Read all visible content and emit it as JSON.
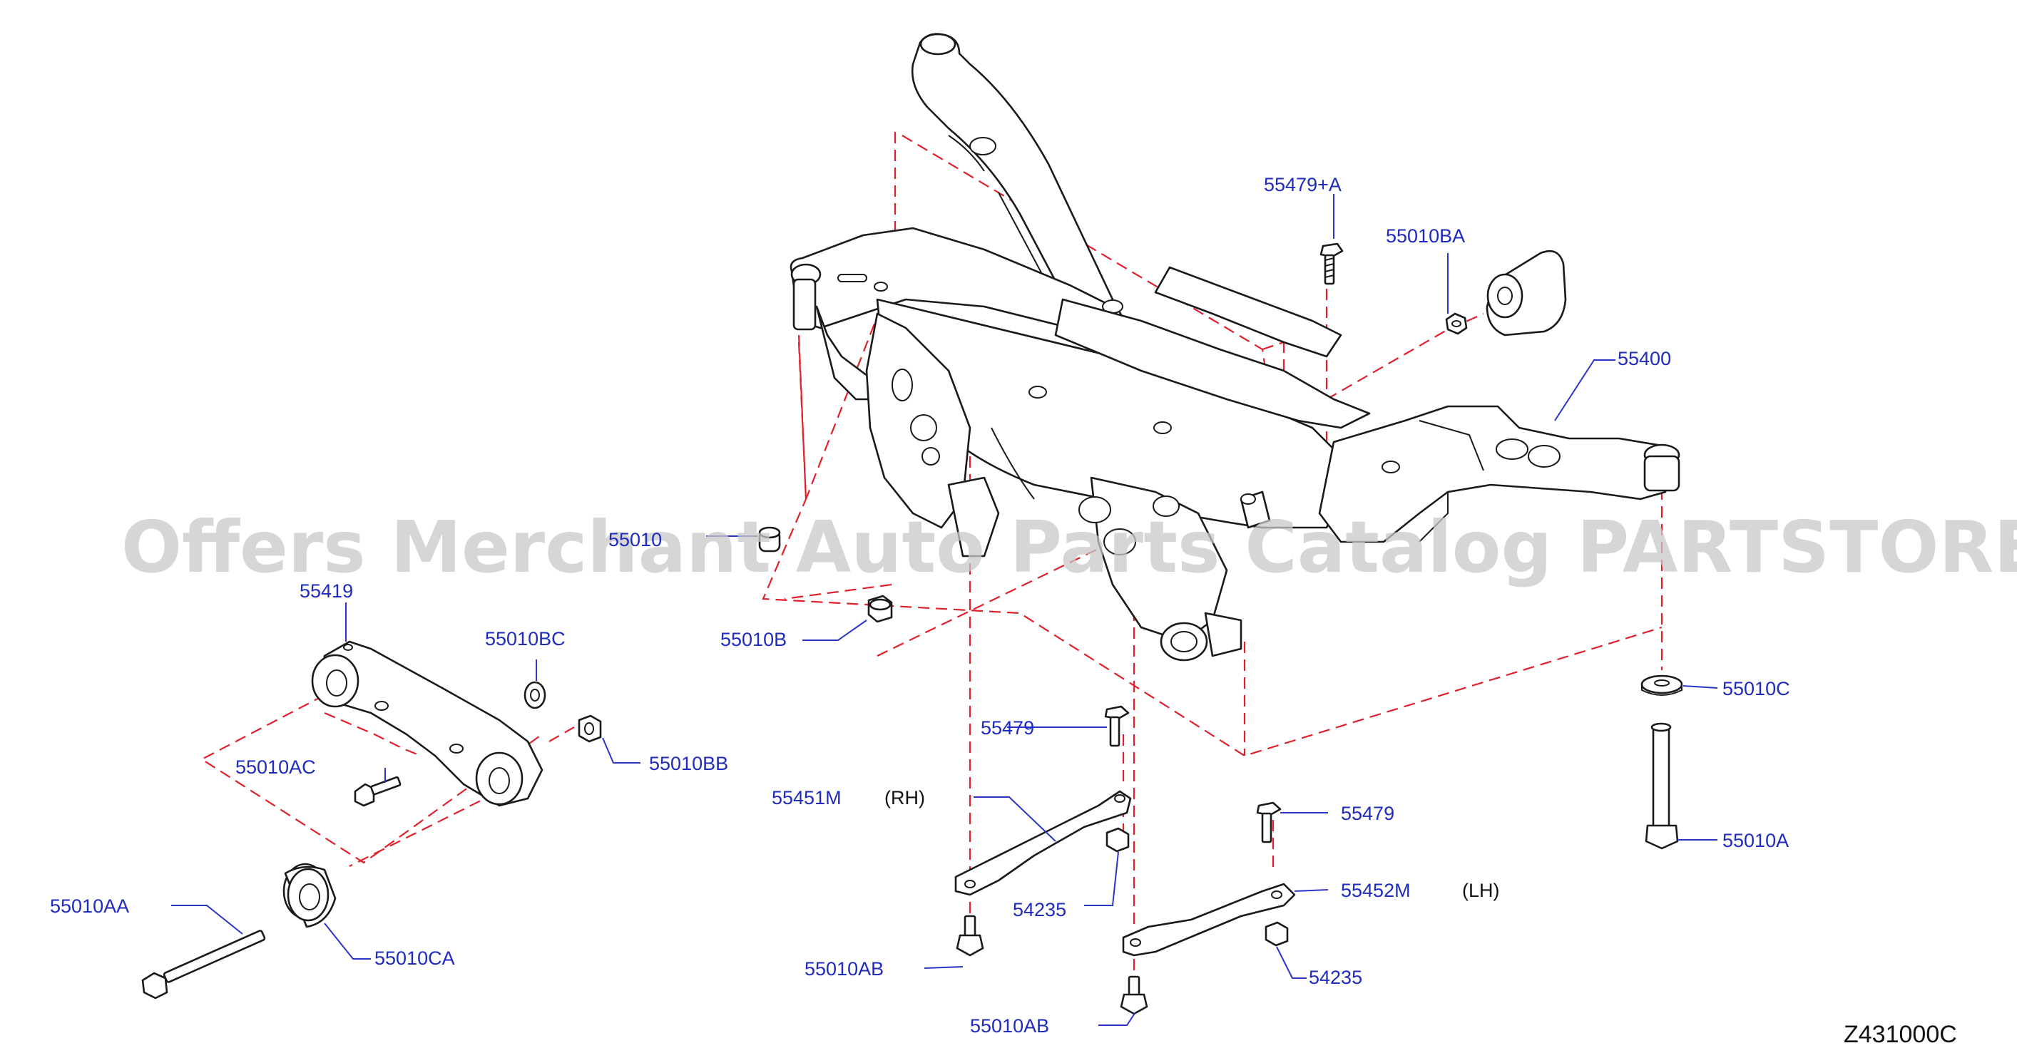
{
  "watermark": "Offers Merchant Auto Parts Catalog PARTSTORE.SA",
  "diagram_id": "Z431000C",
  "labels": {
    "p55479A": "55479+A",
    "p55010BA": "55010BA",
    "p55400": "55400",
    "p55010_hidden": "55010",
    "p55419": "55419",
    "p55010BC": "55010BC",
    "p55010B": "55010B",
    "p55010C": "55010C",
    "p55010AC": "55010AC",
    "p55010BB": "55010BB",
    "p55479_a": "55479",
    "p55451M": "55451M",
    "rh": "(RH)",
    "p55479_b": "55479",
    "p55010A": "55010A",
    "p55452M": "55452M",
    "lh": "(LH)",
    "p54235_a": "54235",
    "p55010AA": "55010AA",
    "p55010CA": "55010CA",
    "p55010AB_a": "55010AB",
    "p54235_b": "54235",
    "p55010AB_b": "55010AB"
  },
  "colors": {
    "label": "#1f2bbf",
    "dash": "#e0202a",
    "outline": "#1a1a1a",
    "watermark": "#c9c9c9"
  }
}
